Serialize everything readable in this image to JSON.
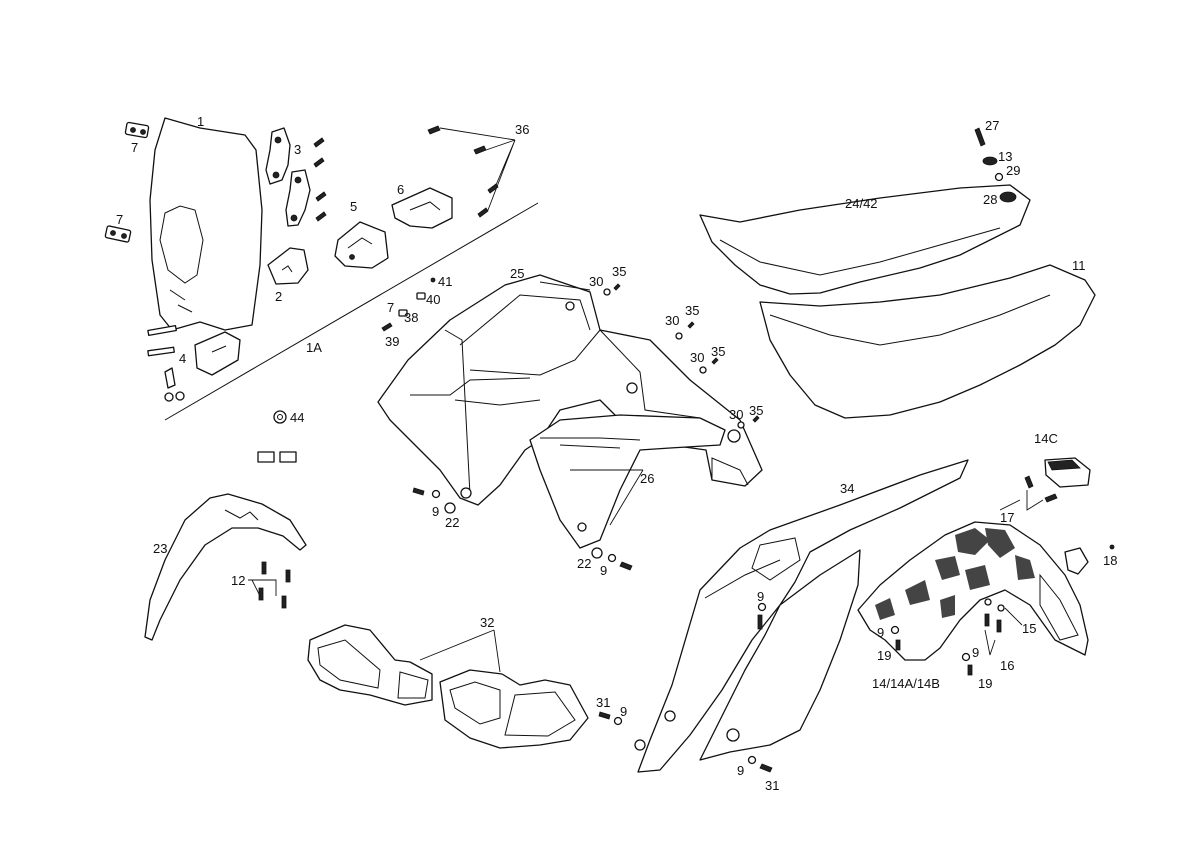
{
  "diagram": {
    "labels": {
      "l1": "1",
      "l1a": "1A",
      "l2": "2",
      "l3": "3",
      "l4": "4",
      "l5": "5",
      "l6": "6",
      "l7a": "7",
      "l7b": "7",
      "l7c": "7",
      "l9a": "9",
      "l9b": "9",
      "l9c": "9",
      "l9d": "9",
      "l9e": "9",
      "l9f": "9",
      "l9g": "9",
      "l11": "11",
      "l12": "12",
      "l13": "13",
      "l14": "14/14A/14B",
      "l14c": "14C",
      "l15": "15",
      "l16": "16",
      "l17": "17",
      "l18": "18",
      "l19a": "19",
      "l19b": "19",
      "l22a": "22",
      "l22b": "22",
      "l23": "23",
      "l24": "24/42",
      "l25": "25",
      "l26": "26",
      "l27": "27",
      "l28": "28",
      "l29": "29",
      "l30a": "30",
      "l30b": "30",
      "l30c": "30",
      "l30d": "30",
      "l31a": "31",
      "l31b": "31",
      "l32": "32",
      "l34": "34",
      "l35a": "35",
      "l35b": "35",
      "l35c": "35",
      "l35d": "35",
      "l36": "36",
      "l38": "38",
      "l39": "39",
      "l40": "40",
      "l41": "41",
      "l44": "44"
    }
  }
}
